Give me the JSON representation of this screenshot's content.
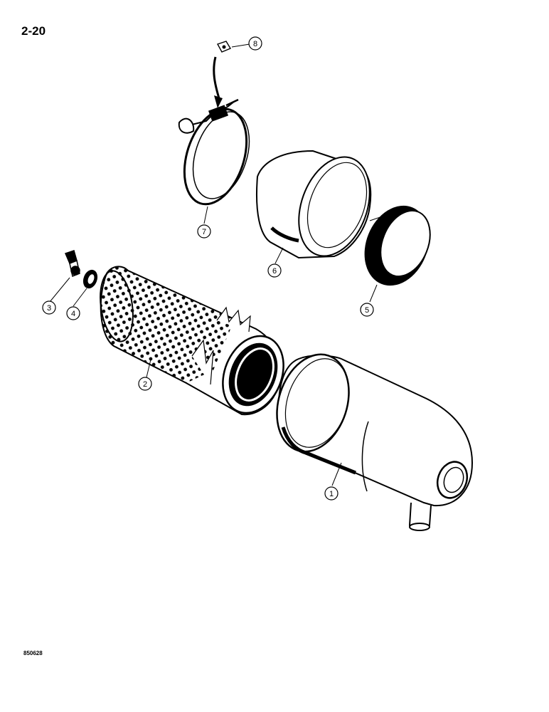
{
  "page": {
    "number": "2-20",
    "figure_code": "850628"
  },
  "callouts": [
    {
      "id": "1",
      "part": "air-cleaner-housing"
    },
    {
      "id": "2",
      "part": "filter-element"
    },
    {
      "id": "3",
      "part": "wing-nut"
    },
    {
      "id": "4",
      "part": "washer"
    },
    {
      "id": "5",
      "part": "dust-cup-seal"
    },
    {
      "id": "6",
      "part": "dust-cup"
    },
    {
      "id": "7",
      "part": "clamp-band"
    },
    {
      "id": "8",
      "part": "nut"
    }
  ],
  "colors": {
    "ink": "#000000",
    "paper": "#ffffff"
  }
}
